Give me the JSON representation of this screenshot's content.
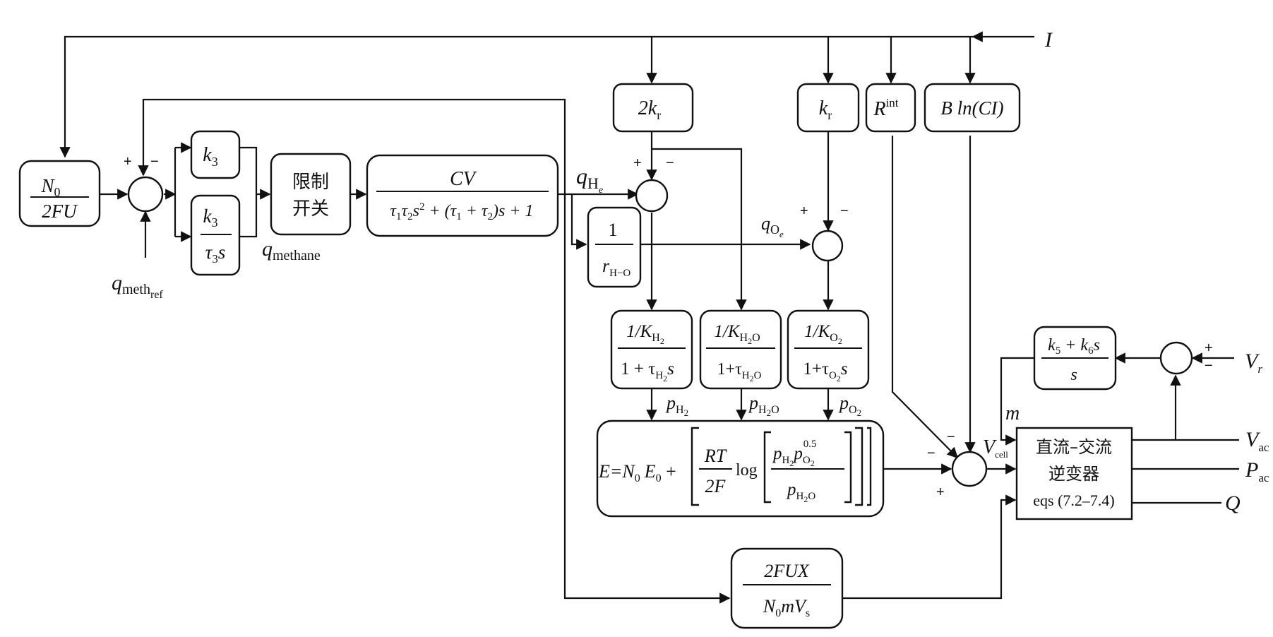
{
  "signals": {
    "I": "I",
    "q_meth_ref": "meth",
    "q_meth_ref_sub": "ref",
    "q_methane": "methane",
    "q_He": "H",
    "q_He_sub": "e",
    "q_Oe": "O",
    "q_Oe_sub": "e",
    "m": "m",
    "V_r": "r",
    "V_ac": "ac",
    "P_ac": "ac",
    "Q": "Q",
    "V_cell": "cell",
    "p_H2": "H",
    "p_H2O": "H",
    "p_O2": "O"
  },
  "blocks": {
    "n0_2fu": {
      "num": "N",
      "num_sub": "0",
      "den": "2FU"
    },
    "k3": {
      "label": "k",
      "sub": "3"
    },
    "k3_tau3s": {
      "num": "k",
      "num_sub": "3",
      "den": "τ",
      "den_sub": "3",
      "den_tail": "s"
    },
    "limit_switch": {
      "line1": "限制",
      "line2": "开关"
    },
    "cv_tf": {
      "num": "CV",
      "den_parts": [
        "τ",
        "1",
        "τ",
        "2",
        "s",
        "2",
        " + (τ",
        "1",
        " + τ",
        "2",
        ")s + 1"
      ]
    },
    "two_kr": {
      "label": "2k",
      "sub": "r"
    },
    "inv_rho": {
      "num": "1",
      "den": "r",
      "den_sub": "H−O"
    },
    "kr": {
      "label": "k",
      "sub": "r"
    },
    "r_int": {
      "label": "R",
      "sup": "int"
    },
    "b_ln_ci": {
      "label": "B ln(CI)"
    },
    "kh2": {
      "num": "1/K",
      "num_sub": "H",
      "den": "1 + τ",
      "den_sub": "H",
      "den_tail": "s"
    },
    "kh2o": {
      "num": "1/K",
      "num_sub": "H",
      "den": "1+τ",
      "den_sub": "H",
      "den_tail": ""
    },
    "ko2": {
      "num": "1/K",
      "num_sub": "O",
      "den": "1+τ",
      "den_sub": "O",
      "den_tail": "s"
    },
    "nernst": {
      "lhs": "E=N",
      "lhs_sub": "0",
      "e0": "E",
      "e0_sub": "0",
      "rt": "RT",
      "f2": "2F",
      "log": "log",
      "exp": "0.5"
    },
    "pi_ctrl": {
      "num_a": "k",
      "num_a_sub": "5",
      "num_b": " + k",
      "num_b_sub": "6",
      "num_tail": "s",
      "den": "s"
    },
    "inverter": {
      "line1": "直流–交流",
      "line2": "逆变器",
      "line3": "eqs (7.2–7.4)"
    },
    "fux": {
      "num": "2FUX",
      "den": "N",
      "den_sub": "0",
      "den_tail": "mV",
      "den_tail_sub": "s"
    }
  },
  "signs": {
    "plus": "+",
    "minus": "−"
  }
}
